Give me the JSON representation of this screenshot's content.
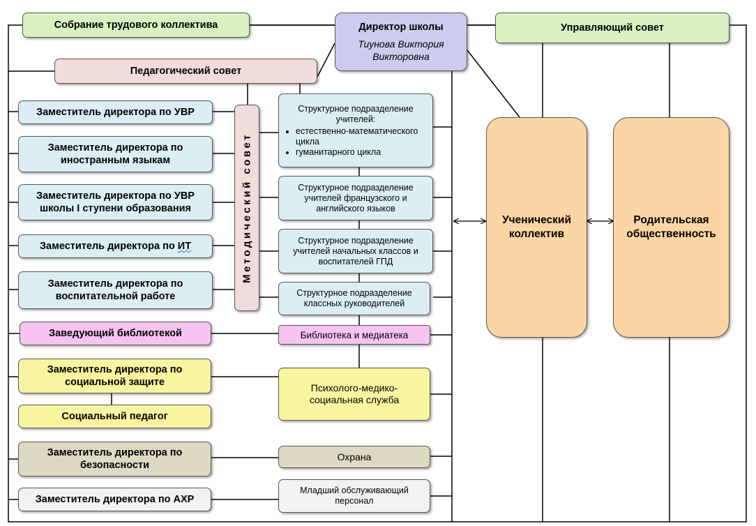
{
  "director": {
    "title": "Директор школы",
    "name": "Тиунова Виктория Викторовна"
  },
  "labor_meeting": "Собрание трудового коллектива",
  "governing_council": "Управляющий совет",
  "ped_council": "Педагогический совет",
  "method_council": "Методический совет",
  "deputies": {
    "uvr": "Заместитель директора по УВР",
    "foreign": "Заместитель директора по иностранным языкам",
    "primary": "Заместитель директора по УВР школы I ступени образования",
    "it_prefix": "Заместитель директора по ",
    "it_suffix": "ИТ",
    "edu": "Заместитель директора по воспитательной работе",
    "library": "Заведующий библиотекой",
    "social": "Заместитель директора по социальной защите",
    "social_ped": "Социальный педагог",
    "safety": "Заместитель директора по безопасности",
    "axr": "Заместитель директора по АХР"
  },
  "units": {
    "sci_title": "Структурное подразделение учителей:",
    "sci_items": [
      "естественно-математического цикла",
      "гуманитарного цикла"
    ],
    "lang": "Структурное подразделение учителей французского и английского языков",
    "primary": "Структурное подразделение учителей начальных классов и воспитателей ГПД",
    "class": "Структурное подразделение классных руководителей",
    "library": "Библиотека и медиатека",
    "psych": "Психолого-медико-социальная служба",
    "guard": "Охрана",
    "staff": "Младший обслуживающий персонал"
  },
  "students": "Ученический коллектив",
  "parents": "Родительская общественность",
  "colors": {
    "green": "#d9f1c0",
    "pink": "#f2dcdb",
    "blue": "#dbeef3",
    "magenta": "#f7c4f1",
    "yellow": "#faf5a0",
    "khaki": "#ddd9c3",
    "gray": "#f2f2f2",
    "orange": "#fcd5a4",
    "lavender": "#ccccee"
  }
}
